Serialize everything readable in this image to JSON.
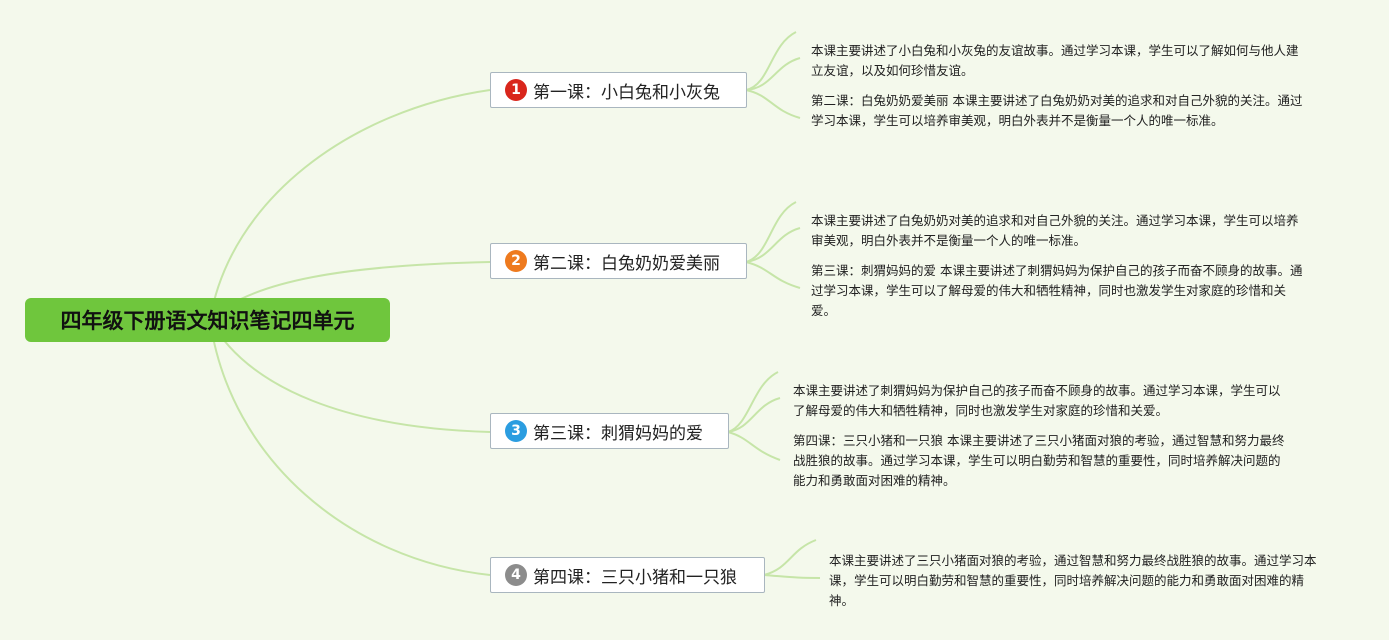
{
  "root": {
    "title": "四年级下册语文知识笔记四单元"
  },
  "lessons": [
    {
      "number": "1",
      "color": "#d9261c",
      "label": "第一课：小白兔和小灰兔",
      "notes": [
        "本课主要讲述了小白兔和小灰兔的友谊故事。通过学习本课，学生可以了解如何与他人建立友谊，以及如何珍惜友谊。",
        "第二课：白兔奶奶爱美丽 本课主要讲述了白兔奶奶对美的追求和对自己外貌的关注。通过学习本课，学生可以培养审美观，明白外表并不是衡量一个人的唯一标准。"
      ]
    },
    {
      "number": "2",
      "color": "#ee7a1e",
      "label": "第二课：白兔奶奶爱美丽",
      "notes": [
        "本课主要讲述了白兔奶奶对美的追求和对自己外貌的关注。通过学习本课，学生可以培养审美观，明白外表并不是衡量一个人的唯一标准。",
        "第三课：刺猬妈妈的爱 本课主要讲述了刺猬妈妈为保护自己的孩子而奋不顾身的故事。通过学习本课，学生可以了解母爱的伟大和牺牲精神，同时也激发学生对家庭的珍惜和关爱。"
      ]
    },
    {
      "number": "3",
      "color": "#2b9de0",
      "label": "第三课：刺猬妈妈的爱",
      "notes": [
        "本课主要讲述了刺猬妈妈为保护自己的孩子而奋不顾身的故事。通过学习本课，学生可以了解母爱的伟大和牺牲精神，同时也激发学生对家庭的珍惜和关爱。",
        "第四课：三只小猪和一只狼 本课主要讲述了三只小猪面对狼的考验，通过智慧和努力最终战胜狼的故事。通过学习本课，学生可以明白勤劳和智慧的重要性，同时培养解决问题的能力和勇敢面对困难的精神。"
      ]
    },
    {
      "number": "4",
      "color": "#8c8c8c",
      "label": "第四课：三只小猪和一只狼",
      "notes": [
        "本课主要讲述了三只小猪面对狼的考验，通过智慧和努力最终战胜狼的故事。通过学习本课，学生可以明白勤劳和智慧的重要性，同时培养解决问题的能力和勇敢面对困难的精神。"
      ]
    }
  ]
}
